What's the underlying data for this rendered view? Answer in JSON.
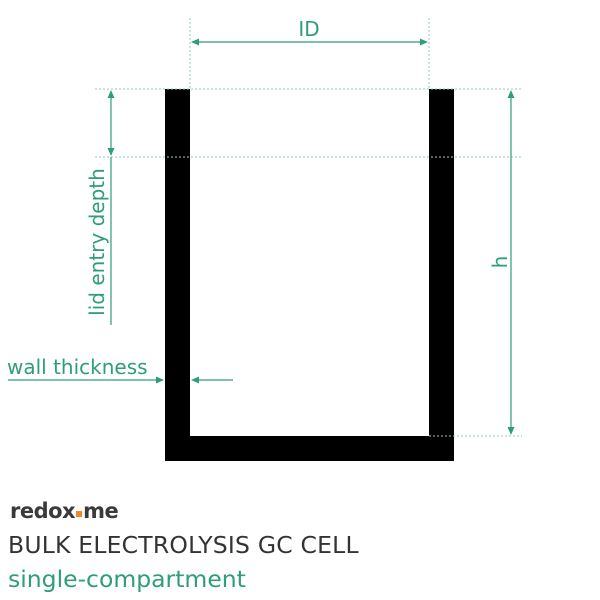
{
  "diagram": {
    "labels": {
      "inner_diameter": "ID",
      "height": "h",
      "lid_entry_depth": "lid entry depth",
      "wall_thickness": "wall thickness"
    }
  },
  "brand": {
    "logo_text": "redox.me",
    "logo_prefix": "redox",
    "logo_suffix": "me"
  },
  "product": {
    "title": "BULK ELECTROLYSIS GC CELL",
    "subtitle": "single-compartment"
  },
  "colors": {
    "accent": "#2e9e76",
    "wall": "#000000",
    "guide": "#8fcfb6",
    "logo_dot": "#f08a24",
    "text_dark": "#333333"
  }
}
